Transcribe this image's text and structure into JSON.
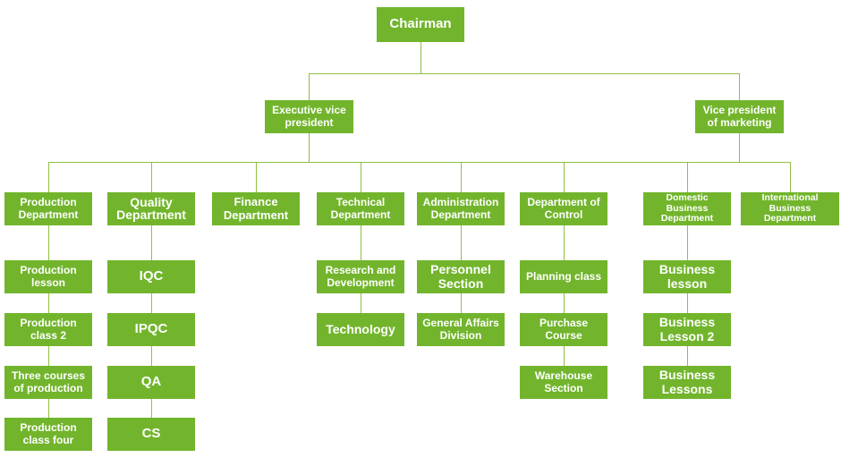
{
  "colors": {
    "node_fill": "#72b52c",
    "node_text": "#ffffff",
    "connector": "#8fc045",
    "background": "#ffffff"
  },
  "org": {
    "label": "Chairman",
    "children": [
      {
        "label": "Executive vice president",
        "children": [
          {
            "label": "Production Department",
            "children": [
              {
                "label": "Production lesson"
              },
              {
                "label": "Production class 2"
              },
              {
                "label": "Three courses of production"
              },
              {
                "label": "Production class four"
              }
            ]
          },
          {
            "label": "Quality Department",
            "children": [
              {
                "label": "IQC"
              },
              {
                "label": "IPQC"
              },
              {
                "label": "QA"
              },
              {
                "label": "CS"
              }
            ]
          },
          {
            "label": "Finance Department",
            "children": []
          },
          {
            "label": "Technical Department",
            "children": [
              {
                "label": "Research and Development"
              },
              {
                "label": "Technology"
              }
            ]
          },
          {
            "label": "Administration Department",
            "children": [
              {
                "label": "Personnel Section"
              },
              {
                "label": "General Affairs Division"
              }
            ]
          },
          {
            "label": "Department of Control",
            "children": [
              {
                "label": "Planning class"
              },
              {
                "label": "Purchase Course"
              },
              {
                "label": "Warehouse Section"
              }
            ]
          }
        ]
      },
      {
        "label": "Vice president of marketing",
        "children": [
          {
            "label": "Domestic Business Department",
            "children": [
              {
                "label": "Business lesson"
              },
              {
                "label": "Business Lesson 2"
              },
              {
                "label": "Business Lessons"
              }
            ]
          },
          {
            "label": "International Business Department",
            "children": []
          }
        ]
      }
    ]
  }
}
